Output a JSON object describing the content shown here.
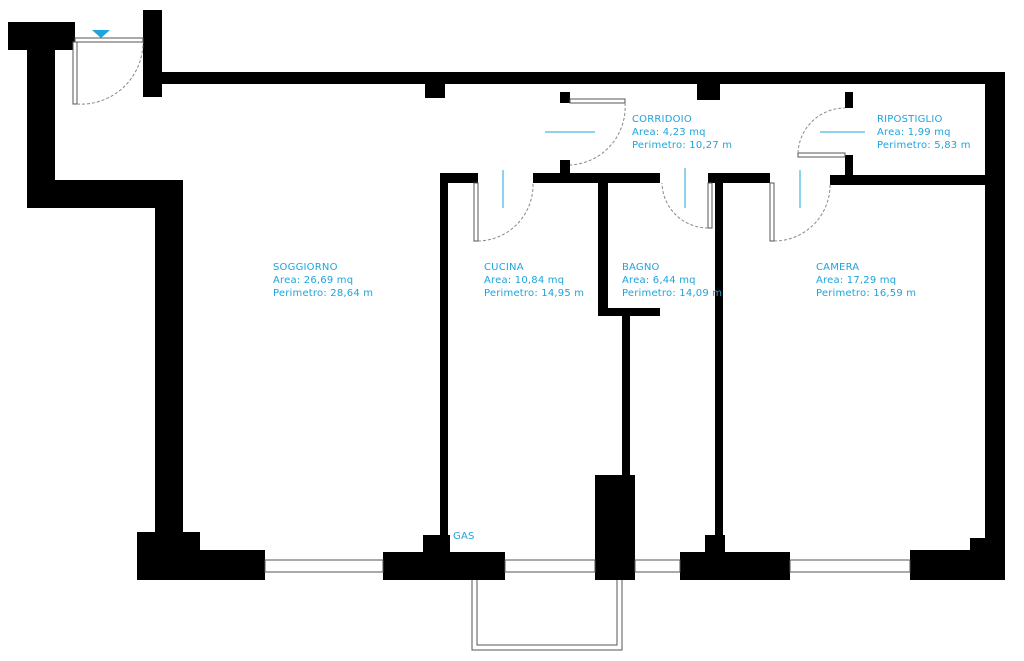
{
  "rooms": [
    {
      "name": "SOGGIORNO",
      "area": "Area: 26,69 mq",
      "perimeter": "Perimetro: 28,64 m"
    },
    {
      "name": "CUCINA",
      "area": "Area: 10,84 mq",
      "perimeter": "Perimetro: 14,95 m"
    },
    {
      "name": "BAGNO",
      "area": "Area: 6,44 mq",
      "perimeter": "Perimetro: 14,09 m"
    },
    {
      "name": "CAMERA",
      "area": "Area: 17,29 mq",
      "perimeter": "Perimetro: 16,59 m"
    },
    {
      "name": "CORRIDOIO",
      "area": "Area: 4,23 mq",
      "perimeter": "Perimetro: 10,27 m"
    },
    {
      "name": "RIPOSTIGLIO",
      "area": "Area: 1,99 mq",
      "perimeter": "Perimetro: 5,83 m"
    }
  ],
  "gas_label": "GAS",
  "colors": {
    "label": "#1ea4dc",
    "wall": "#000000"
  }
}
